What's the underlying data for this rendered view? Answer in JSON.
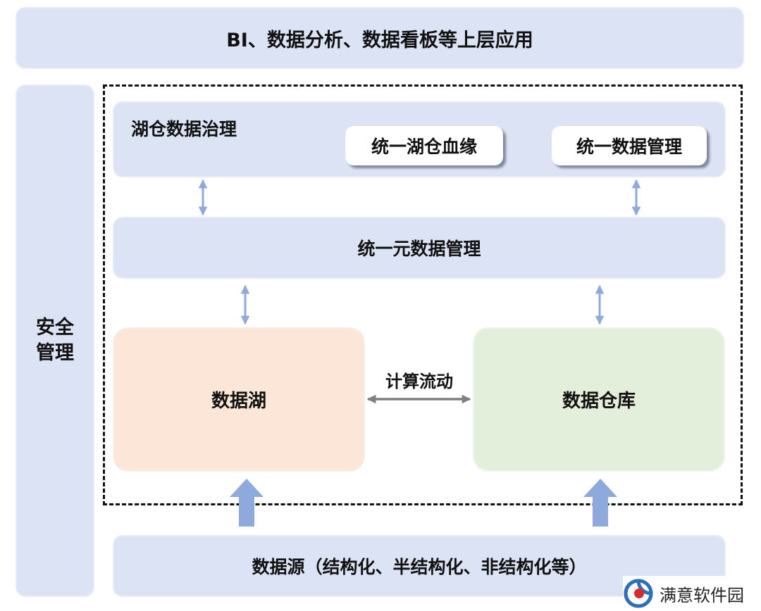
{
  "top_layer": {
    "label": "BI、数据分析、数据看板等上层应用"
  },
  "security": {
    "line1": "安全",
    "line2": "管理"
  },
  "governance": {
    "title": "湖仓数据治理",
    "items": [
      "统一湖仓血缘",
      "统一数据管理"
    ]
  },
  "metadata": {
    "label": "统一元数据管理"
  },
  "data_lake": {
    "label": "数据湖"
  },
  "data_warehouse": {
    "label": "数据仓库"
  },
  "compute_flow": {
    "label": "计算流动"
  },
  "data_source": {
    "label": "数据源（结构化、半结构化、非结构化等）"
  },
  "watermark": {
    "text": "满意软件园"
  },
  "colors": {
    "panel": "#dbe3f4",
    "lake": "#fbe6d8",
    "warehouse": "#e3efdb",
    "arrow": "#8ea9db",
    "flow_arrow": "#7f7f7f",
    "logo_blue": "#2f6fb8",
    "logo_red": "#d92b2b"
  }
}
